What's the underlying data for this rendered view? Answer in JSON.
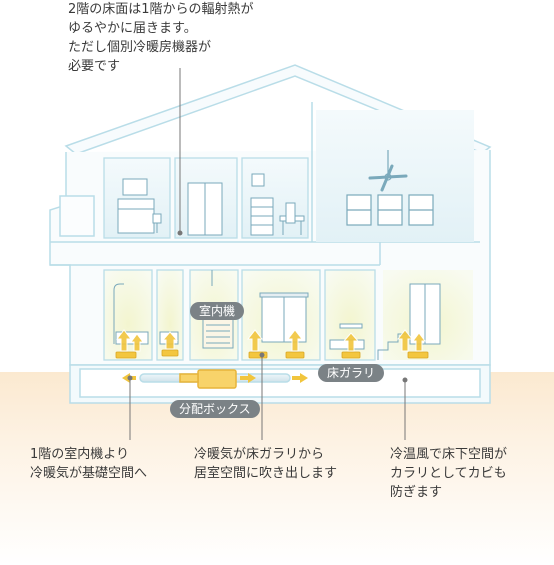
{
  "notes": {
    "top": [
      "2階の床面は1階からの輻射熱が",
      "ゆるやかに届きます。",
      "ただし個別冷暖房機器が",
      "必要です"
    ],
    "bottom_left": [
      "1階の室内機より",
      "冷暖気が基礎空間へ"
    ],
    "bottom_center": [
      "冷暖気が床ガラリから",
      "居室空間に吹き出します"
    ],
    "bottom_right": [
      "冷温風で床下空間が",
      "カラリとしてカビも",
      "防ぎます"
    ]
  },
  "labels": {
    "indoor_unit": "室内機",
    "floor_grille": "床ガラリ",
    "distribution_box": "分配ボックス"
  },
  "colors": {
    "outline": "#b9dde8",
    "warm_glow": "#f2f4d0",
    "cool_glow": "#e9f5f8",
    "vent": "#f3c63f",
    "arrow": "#f1c53d",
    "tag": "#7b8286",
    "leader": "#777777"
  }
}
